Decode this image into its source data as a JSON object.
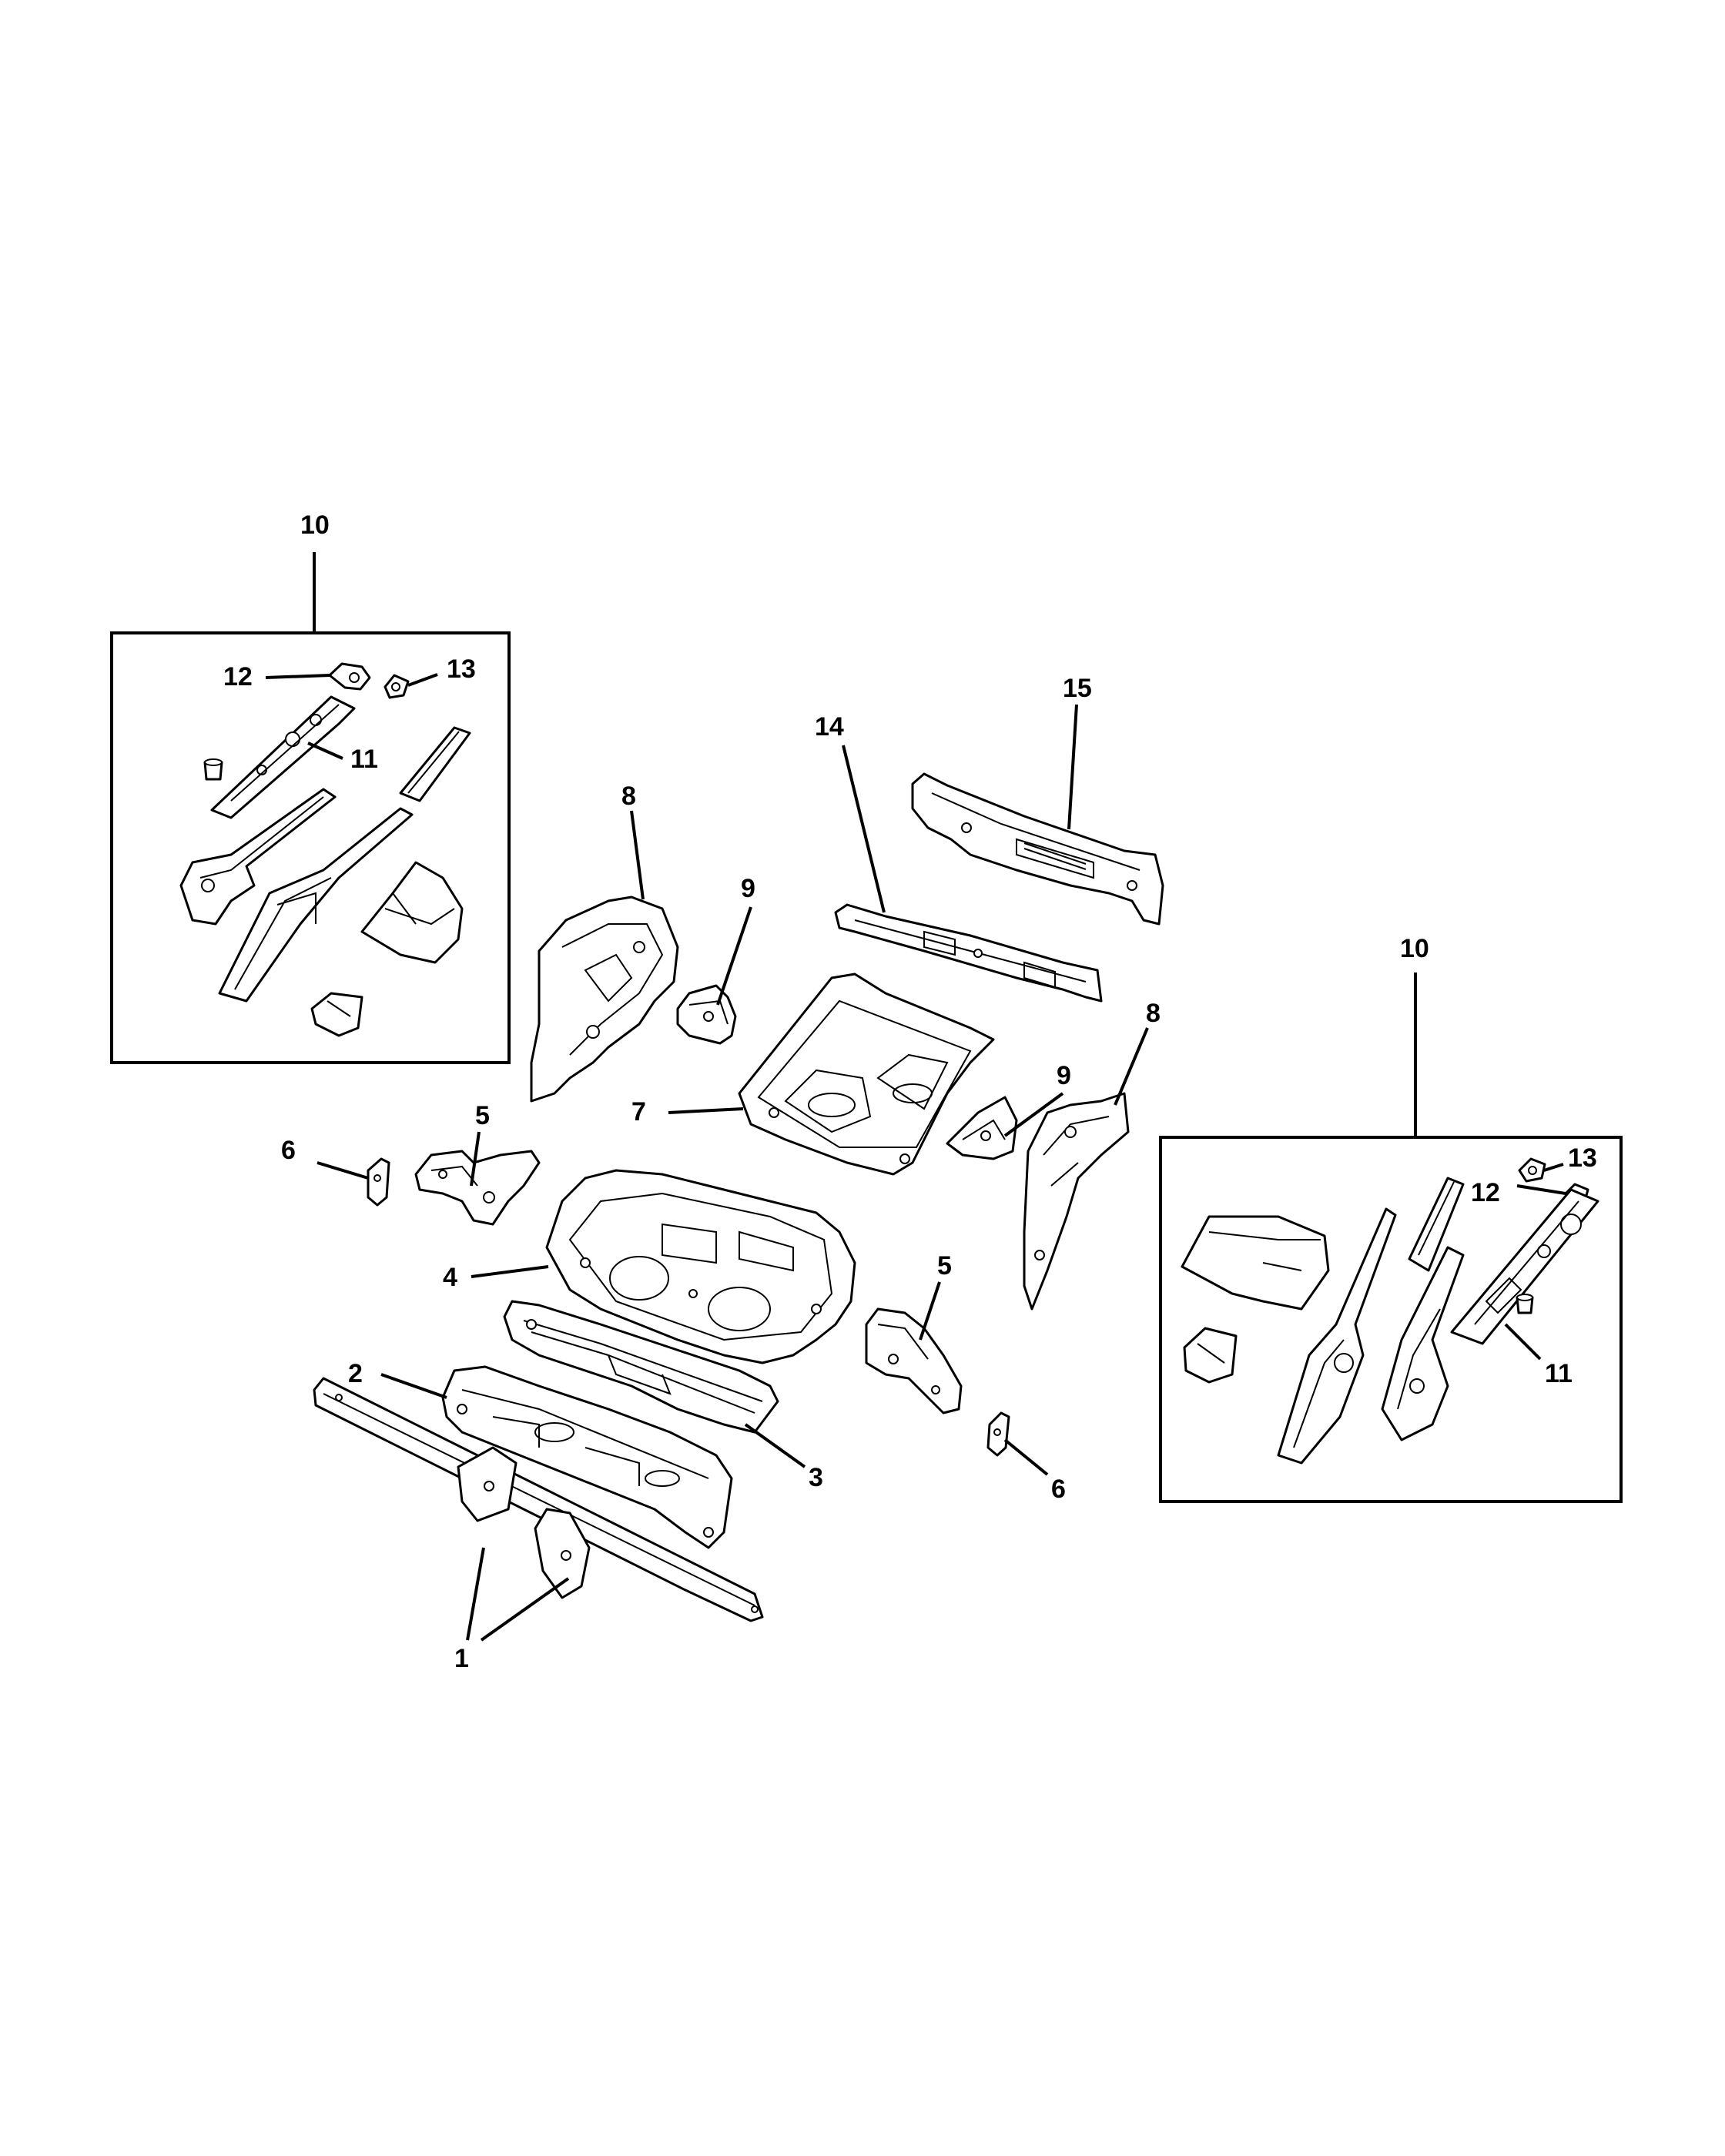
{
  "callouts": {
    "c1": "1",
    "c2": "2",
    "c3": "3",
    "c4": "4",
    "c5a": "5",
    "c5b": "5",
    "c6a": "6",
    "c6b": "6",
    "c7": "7",
    "c8a": "8",
    "c8b": "8",
    "c9a": "9",
    "c9b": "9",
    "c10a": "10",
    "c10b": "10",
    "c11a": "11",
    "c11b": "11",
    "c12a": "12",
    "c12b": "12",
    "c13a": "13",
    "c13b": "13",
    "c14": "14",
    "c15": "15"
  }
}
